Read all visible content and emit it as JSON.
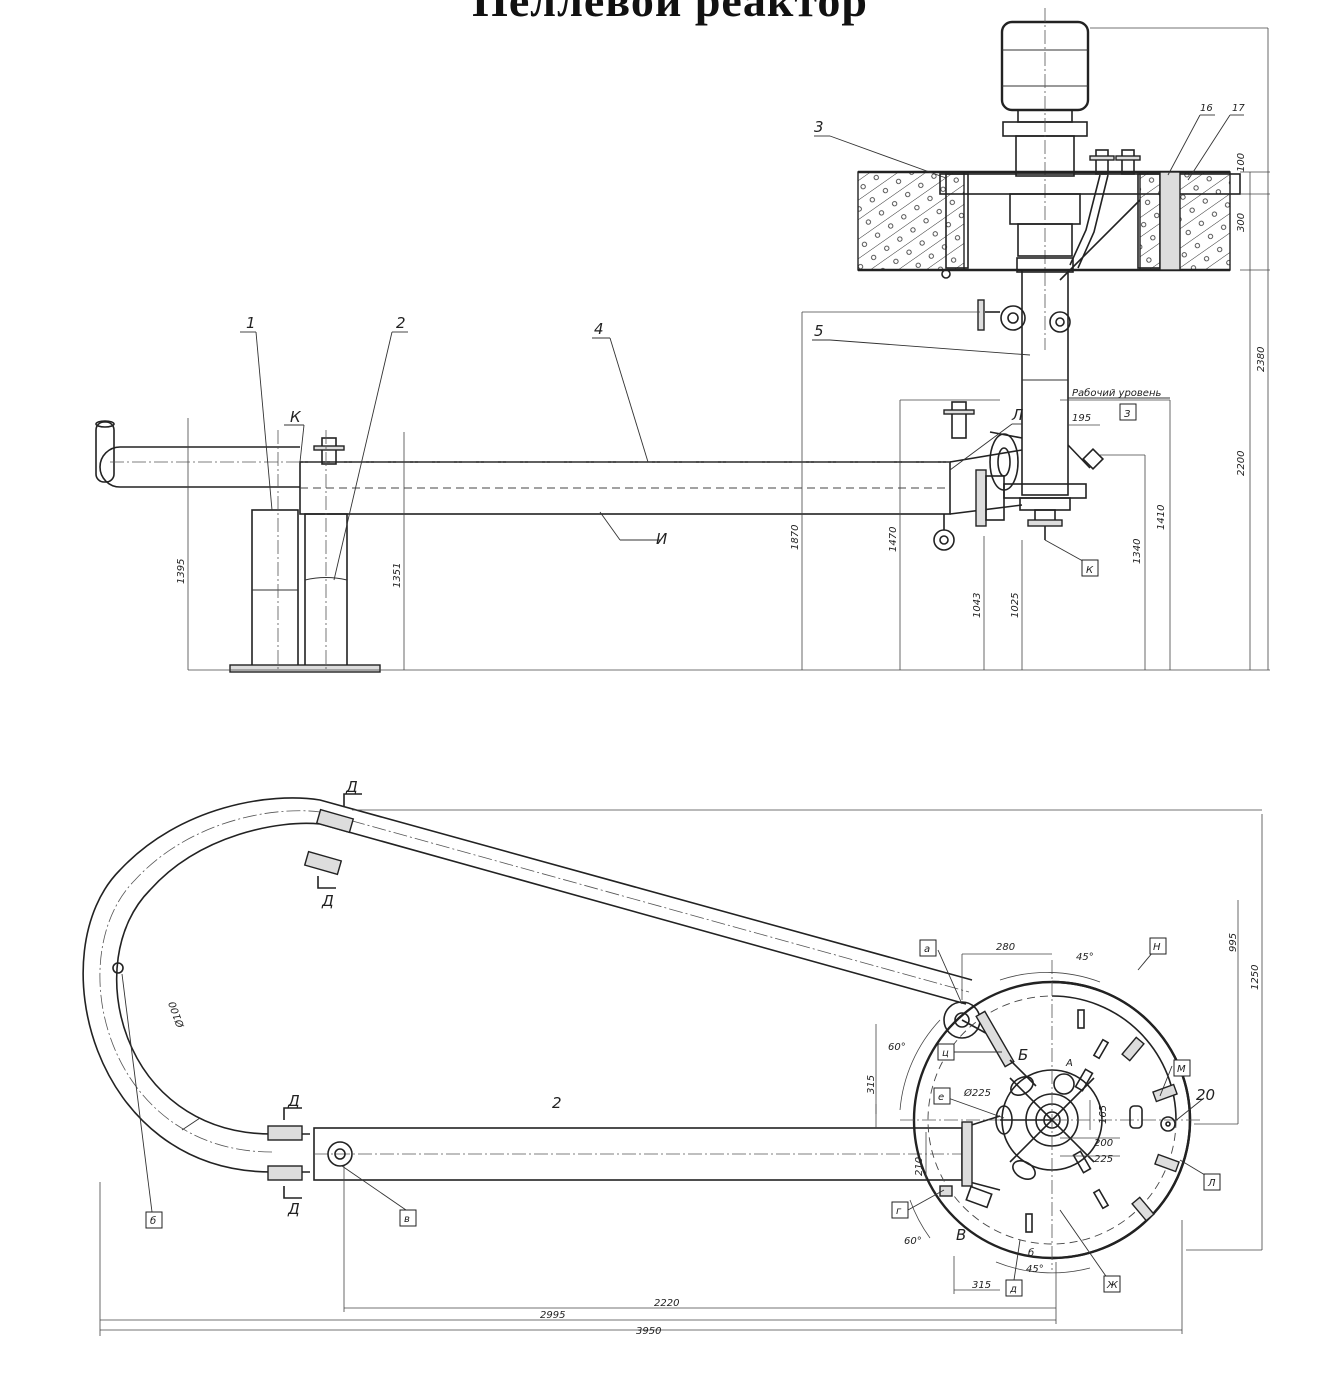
{
  "title": "Пеллевой реактор",
  "elevation_view": {
    "callouts": [
      "1",
      "2",
      "3",
      "4",
      "5",
      "К",
      "И",
      "Л",
      "16",
      "17"
    ],
    "level_text": "Рабочий уровень",
    "boxed_tags": [
      "З",
      "К"
    ],
    "dimensions": [
      "100",
      "300",
      "2380",
      "2200",
      "1410",
      "1340",
      "1395",
      "1351",
      "1870",
      "1470",
      "1043",
      "1025",
      "195"
    ]
  },
  "plan_view": {
    "section_marks": [
      "Д",
      "Д",
      "Д",
      "Д"
    ],
    "boxed_tags": [
      "а",
      "Н",
      "ц",
      "е",
      "М",
      "Л",
      "г",
      "д",
      "Ж",
      "б",
      "в"
    ],
    "letter_marks": [
      "Б",
      "В",
      "А",
      "б"
    ],
    "callouts": [
      "20",
      "2"
    ],
    "dimensions": [
      "280",
      "45°",
      "60°",
      "315",
      "Ø225",
      "200",
      "225",
      "165",
      "210",
      "60°",
      "45°",
      "315",
      "2220",
      "2995",
      "3950",
      "995",
      "1250",
      "Ø100"
    ]
  }
}
